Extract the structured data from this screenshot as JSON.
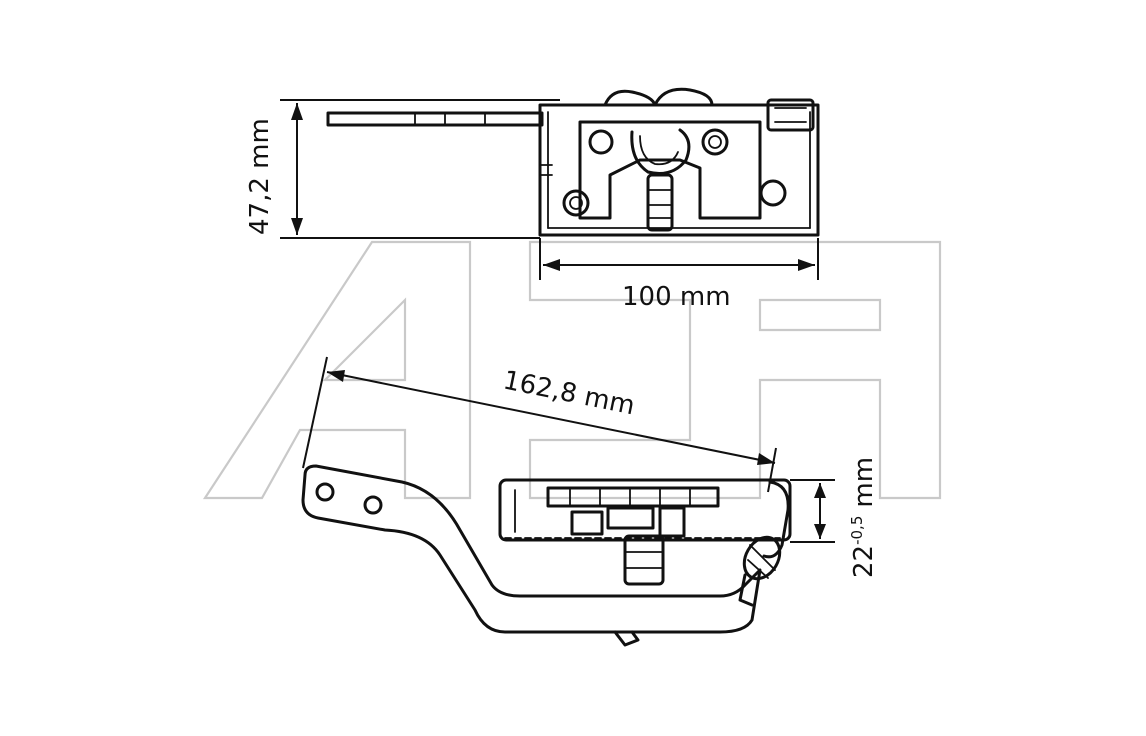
{
  "dimensions": {
    "height_top": "47,2 mm",
    "width_top": "100 mm",
    "length_side": "162,8 mm",
    "height_side_value": "22",
    "height_side_tolerance": "-0,5",
    "height_side_unit": "mm"
  },
  "colors": {
    "line": "#111111",
    "watermark": "#c9c9c9",
    "background": "#ffffff"
  }
}
